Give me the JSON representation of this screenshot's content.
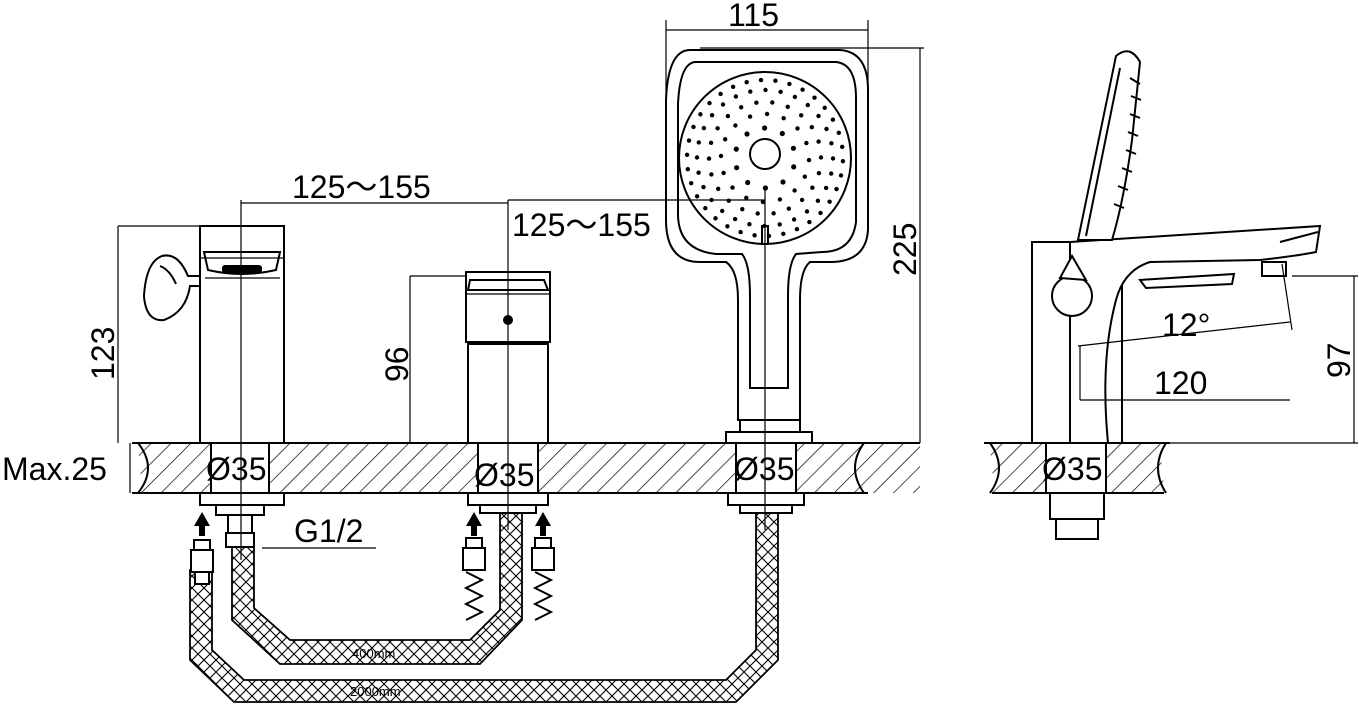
{
  "dimensions": {
    "top_width": "115",
    "spacing_left": "125～155",
    "spacing_right": "125～155",
    "height_handshower": "225",
    "height_mixer": "123",
    "height_spout": "96",
    "height_side": "97",
    "deck_max": "Max.25",
    "hole_1": "Ø35",
    "hole_2": "Ø35",
    "hole_3": "Ø35",
    "hole_side": "Ø35",
    "thread": "G1/2",
    "angle": "12°",
    "projection": "120",
    "hose_short": "400mm",
    "hose_long": "2000mm"
  }
}
